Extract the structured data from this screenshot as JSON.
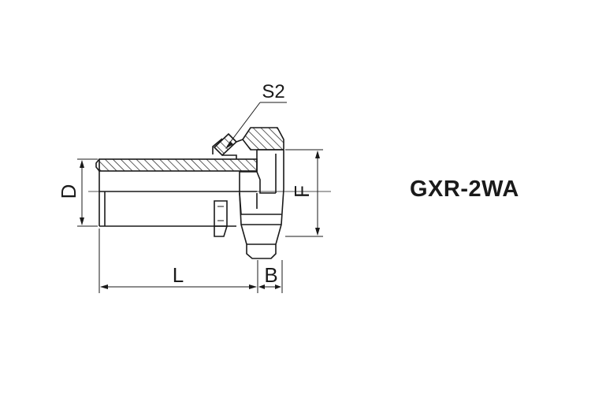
{
  "model_code": "GXR-2WA",
  "dimensions": {
    "D": "D",
    "L": "L",
    "B": "B",
    "F": "F",
    "S2": "S2"
  }
}
